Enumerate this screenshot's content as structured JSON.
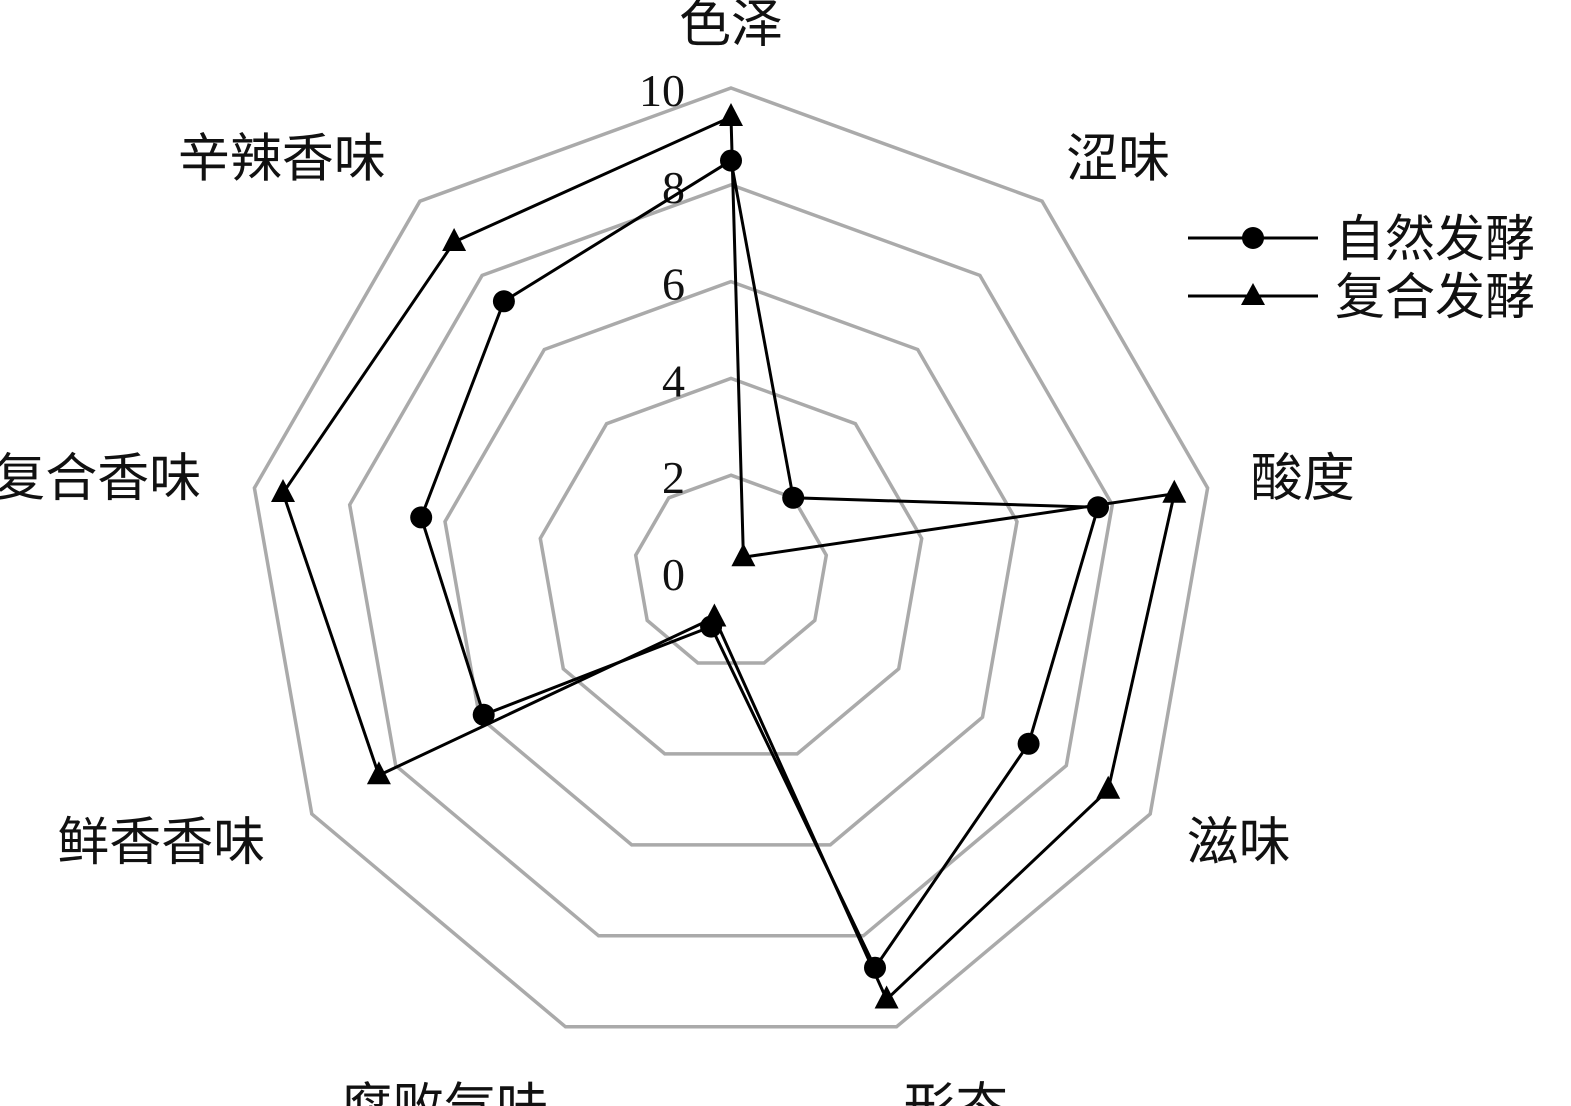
{
  "chart_data": {
    "type": "radar",
    "axes": [
      "色泽",
      "涩味",
      "酸度",
      "滋味",
      "形态",
      "腐败气味",
      "鲜香香味",
      "复合香味",
      "辛辣香味"
    ],
    "rlim": [
      0,
      10
    ],
    "rticks": [
      "0",
      "2",
      "4",
      "6",
      "8",
      "10"
    ],
    "grid": true,
    "legend_position": "top-right",
    "series": [
      {
        "name": "自然发酵",
        "marker": "circle",
        "values": [
          8.5,
          2.0,
          7.7,
          7.1,
          8.7,
          1.2,
          5.9,
          6.5,
          7.3
        ]
      },
      {
        "name": "复合发酵",
        "marker": "triangle",
        "values": [
          9.4,
          0.4,
          9.3,
          9.0,
          9.4,
          1.0,
          8.4,
          9.4,
          8.9
        ]
      }
    ],
    "colors": {
      "grid": "#aaaaaa",
      "series": "#000000",
      "text": "#111111"
    }
  }
}
